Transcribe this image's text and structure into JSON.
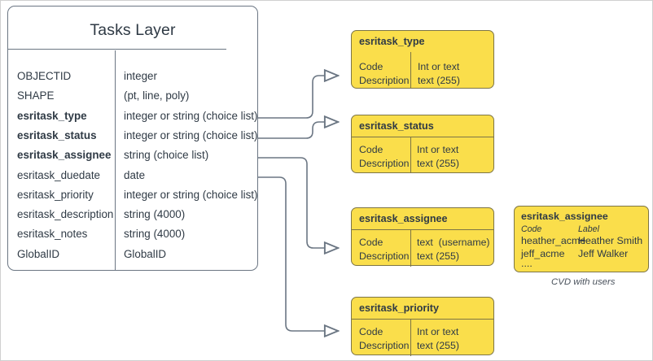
{
  "diagram": {
    "colors": {
      "domain_fill": "#fade4b",
      "domain_stroke": "#7d7546",
      "entity_stroke": "#6b7683",
      "text": "#2f3a45",
      "connector": "#6b7683"
    }
  },
  "tasks_layer": {
    "title": "Tasks Layer",
    "fields": [
      {
        "name": "OBJECTID",
        "type": "integer",
        "bold": false
      },
      {
        "name": "SHAPE",
        "type": "(pt, line, poly)",
        "bold": false
      },
      {
        "name": "esritask_type",
        "type": "integer or string (choice list)",
        "bold": true
      },
      {
        "name": "esritask_status",
        "type": "integer or string (choice list)",
        "bold": true
      },
      {
        "name": "esritask_assignee",
        "type": "string (choice list)",
        "bold": true
      },
      {
        "name": "esritask_duedate",
        "type": "date",
        "bold": false
      },
      {
        "name": "esritask_priority",
        "type": "integer or string (choice list)",
        "bold": false
      },
      {
        "name": "esritask_description",
        "type": "string (4000)",
        "bold": false
      },
      {
        "name": "esritask_notes",
        "type": "string (4000)",
        "bold": false
      },
      {
        "name": "GlobalID",
        "type": "GlobalID",
        "bold": false
      }
    ]
  },
  "domains": [
    {
      "title": "esritask_type",
      "left_lines": "Code\nDescription",
      "right_lines": "Int or text\ntext (255)",
      "has_title_rule": false
    },
    {
      "title": "esritask_status",
      "left_lines": "Code\nDescription",
      "right_lines": "Int or text\ntext (255)",
      "has_title_rule": true
    },
    {
      "title": "esritask_assignee",
      "left_lines": "Code\nDescription",
      "right_lines": "text  (username)\ntext (255)",
      "has_title_rule": true
    },
    {
      "title": "esritask_priority",
      "left_lines": "Code\nDescription",
      "right_lines": "Int or text\ntext (255)",
      "has_title_rule": true
    }
  ],
  "cvd": {
    "title": "esritask_assignee",
    "header_code": "Code",
    "header_label": "Label",
    "rows": [
      {
        "code": "heather_acme",
        "label": "Heather Smith"
      },
      {
        "code": "jeff_acme",
        "label": "Jeff Walker"
      }
    ],
    "ellipsis": "....",
    "caption": "CVD with users"
  }
}
